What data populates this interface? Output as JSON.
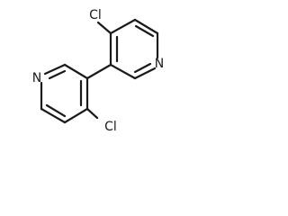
{
  "molecule": {
    "atoms": {
      "cl_top": "Cl",
      "n_right": "N",
      "n_left": "N",
      "cl_bottom": "Cl"
    }
  }
}
